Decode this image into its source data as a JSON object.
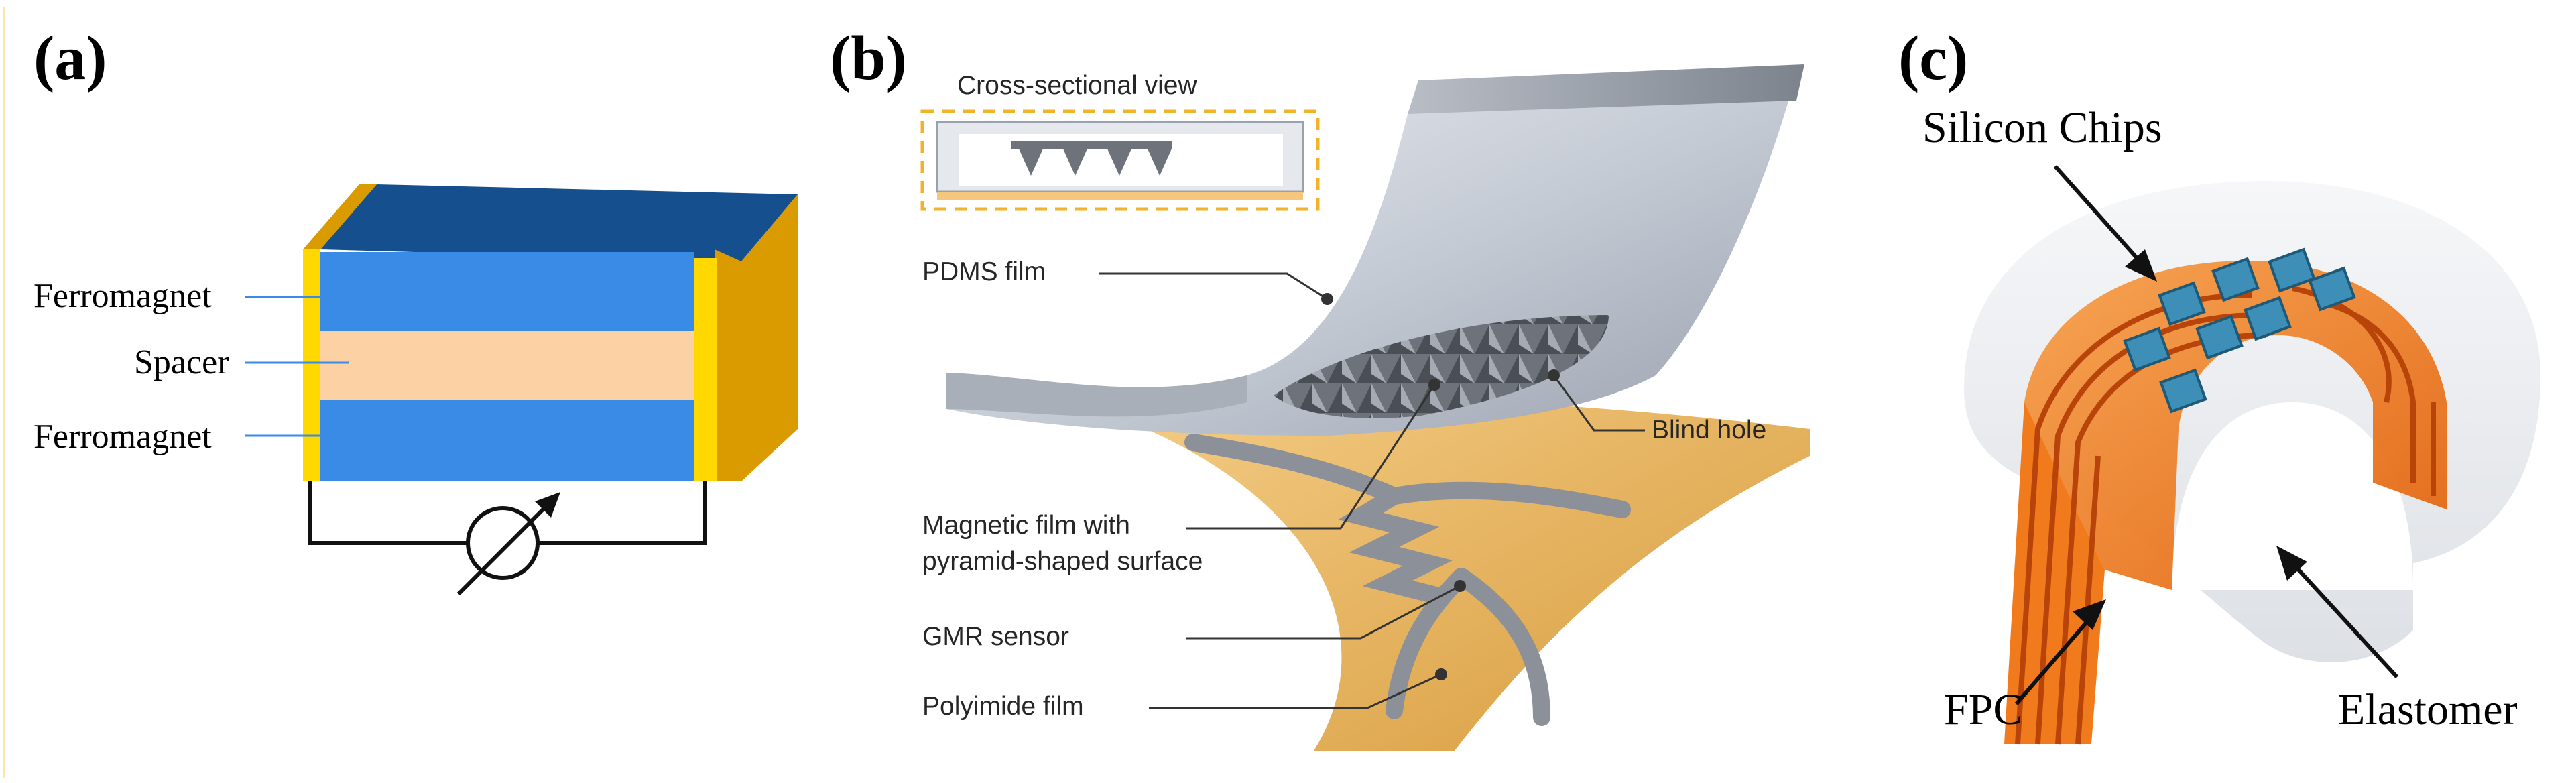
{
  "panels": {
    "a": {
      "letter": "(a)",
      "labels": {
        "ferromagnet_top": "Ferromagnet",
        "spacer": "Spacer",
        "ferromagnet_bottom": "Ferromagnet"
      }
    },
    "b": {
      "letter": "(b)",
      "labels": {
        "cross_section": "Cross-sectional view",
        "pdms_film": "PDMS film",
        "blind_hole": "Blind hole",
        "magnetic_film_line1": "Magnetic film with",
        "magnetic_film_line2": "pyramid-shaped surface",
        "gmr_sensor": "GMR sensor",
        "polyimide_film": "Polyimide film"
      }
    },
    "c": {
      "letter": "(c)",
      "labels": {
        "silicon_chips": "Silicon Chips",
        "fpc": "FPC",
        "elastomer": "Elastomer"
      }
    }
  },
  "colors": {
    "ferromagnet": "#3a8be6",
    "ferromagnet_top_face": "#164f8e",
    "spacer": "#fcd2a4",
    "electrode": "#ffd800",
    "electrode_side": "#d99b00",
    "polyimide": "#e9b45a",
    "pdms": "#c6ccd6",
    "gmr_trace": "#8c9099",
    "fpc": "#f07a1c",
    "chip": "#3d8fb8",
    "highlight_box": "#f2b32c"
  },
  "icons": {
    "meter": "ohmmeter-symbol-icon"
  }
}
